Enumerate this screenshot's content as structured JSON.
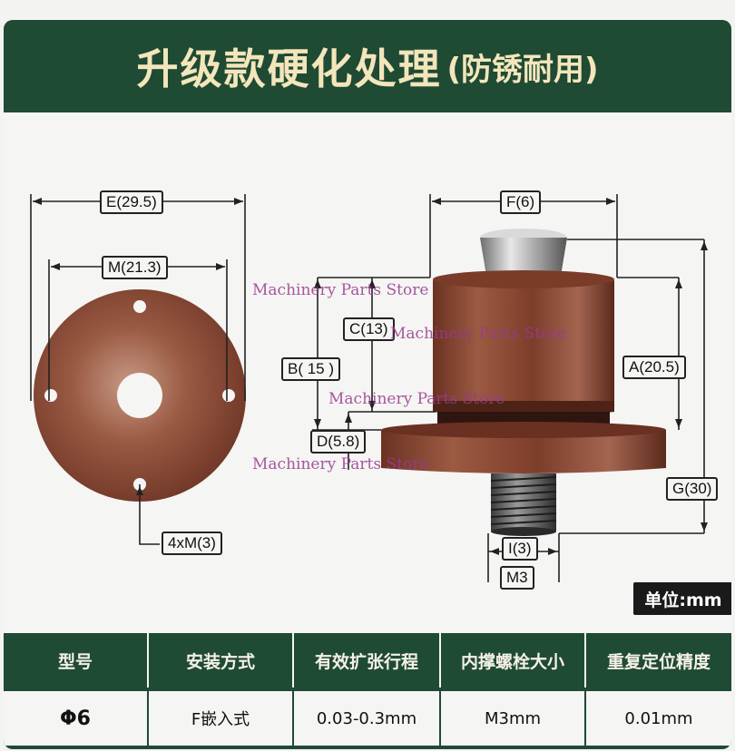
{
  "banner": {
    "title": "升级款硬化处理",
    "subtitle": "(防锈耐用)"
  },
  "dimensions": {
    "E": "E(29.5)",
    "M": "M(21.3)",
    "holes": "4xM(3)",
    "F": "F(6)",
    "C": "C(13)",
    "B": "B( 15 )",
    "D": "D(5.8)",
    "A": "A(20.5)",
    "G": "G(30)",
    "I": "I(3)",
    "M3": "M3"
  },
  "watermark": "Machinery Parts Store",
  "unit": "单位:mm",
  "table": {
    "headers": [
      "型号",
      "安装方式",
      "有效扩张行程",
      "内撑螺栓大小",
      "重复定位精度"
    ],
    "row": [
      "Φ6",
      "F嵌入式",
      "0.03-0.3mm",
      "M3mm",
      "0.01mm"
    ]
  },
  "colors": {
    "banner_green": "#1f4a34",
    "copper": "#8a4a36",
    "label_text": "#f3e6bb"
  }
}
